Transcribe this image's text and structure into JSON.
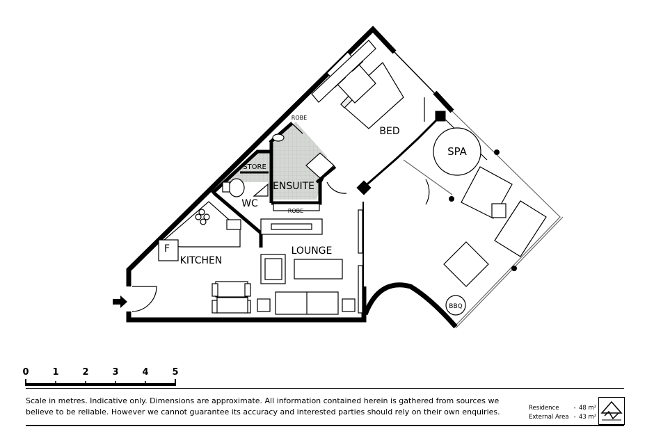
{
  "rooms": {
    "bed": "BED",
    "spa": "SPA",
    "robe_upper": "ROBE",
    "store": "STORE",
    "ensuite": "ENSUITE",
    "wc": "WC",
    "robe_lower": "ROBE",
    "lounge": "LOUNGE",
    "kitchen": "KITCHEN",
    "fridge": "F",
    "bbq": "BBQ"
  },
  "scale": {
    "ticks": [
      "0",
      "1",
      "2",
      "3",
      "4",
      "5"
    ]
  },
  "disclaimer": {
    "line1": "Scale in metres. Indicative only.  Dimensions are approximate.  All information contained herein is gathered from sources we",
    "line2": "believe to be reliable. However we cannot guarantee its accuracy and interested parties should rely on their own enquiries."
  },
  "areas": [
    {
      "label": "Residence",
      "value": "48 m²"
    },
    {
      "label": "External Area",
      "value": "43 m²"
    }
  ],
  "icons": {
    "entry": "entry-arrow-icon",
    "logo": "agency-logo-icon"
  }
}
